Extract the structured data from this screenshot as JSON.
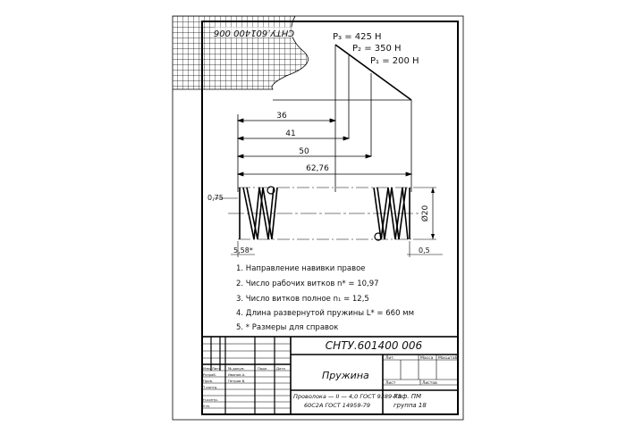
{
  "drawing": {
    "stamp_number": "СНТУ.601400 006",
    "corner_number": "СНТУ.601400 006",
    "title": "Пружина",
    "material_line1": "Проволока — II — 4,0 ГОСТ 9389-75",
    "material_line2": "60С2А ГОСТ 14959-79",
    "org_line1": "Каф. ПМ",
    "org_line2": "группа 18",
    "stamp_headers": {
      "lit": "Лит.",
      "mass": "Масса",
      "scale": "Масштаб",
      "sheet": "Лист",
      "sheets": "Листов",
      "izm": "Изм.",
      "list": "Лист",
      "doc": "№ докум.",
      "sign": "Подп.",
      "date": "Дата",
      "dev": "Разраб.",
      "check": "Пров.",
      "tcontrol": "Т.контр.",
      "ncontrol": "Н.контр.",
      "approve": "Утв."
    },
    "stamp_names": {
      "dev": "Иванов А.",
      "check": "Петров В."
    }
  },
  "dimensions": {
    "p3": "P₃ = 425 Н",
    "p2": "P₂ = 350 Н",
    "p1": "P₁ = 200 Н",
    "l3": "36",
    "l2": "41",
    "l1": "50",
    "l0": "62,76",
    "d_outer": "Ø20",
    "pitch_left": "0,75",
    "turn_left": "5,58*",
    "clearance_right": "0,5"
  },
  "notes": [
    "1. Направление навивки правое",
    "2. Число рабочих витков n* = 10,97",
    "3. Число витков полное n₁ = 12,5",
    "4. Длина развернутой пружины L* = 660 мм",
    "5. * Размеры для справок"
  ]
}
